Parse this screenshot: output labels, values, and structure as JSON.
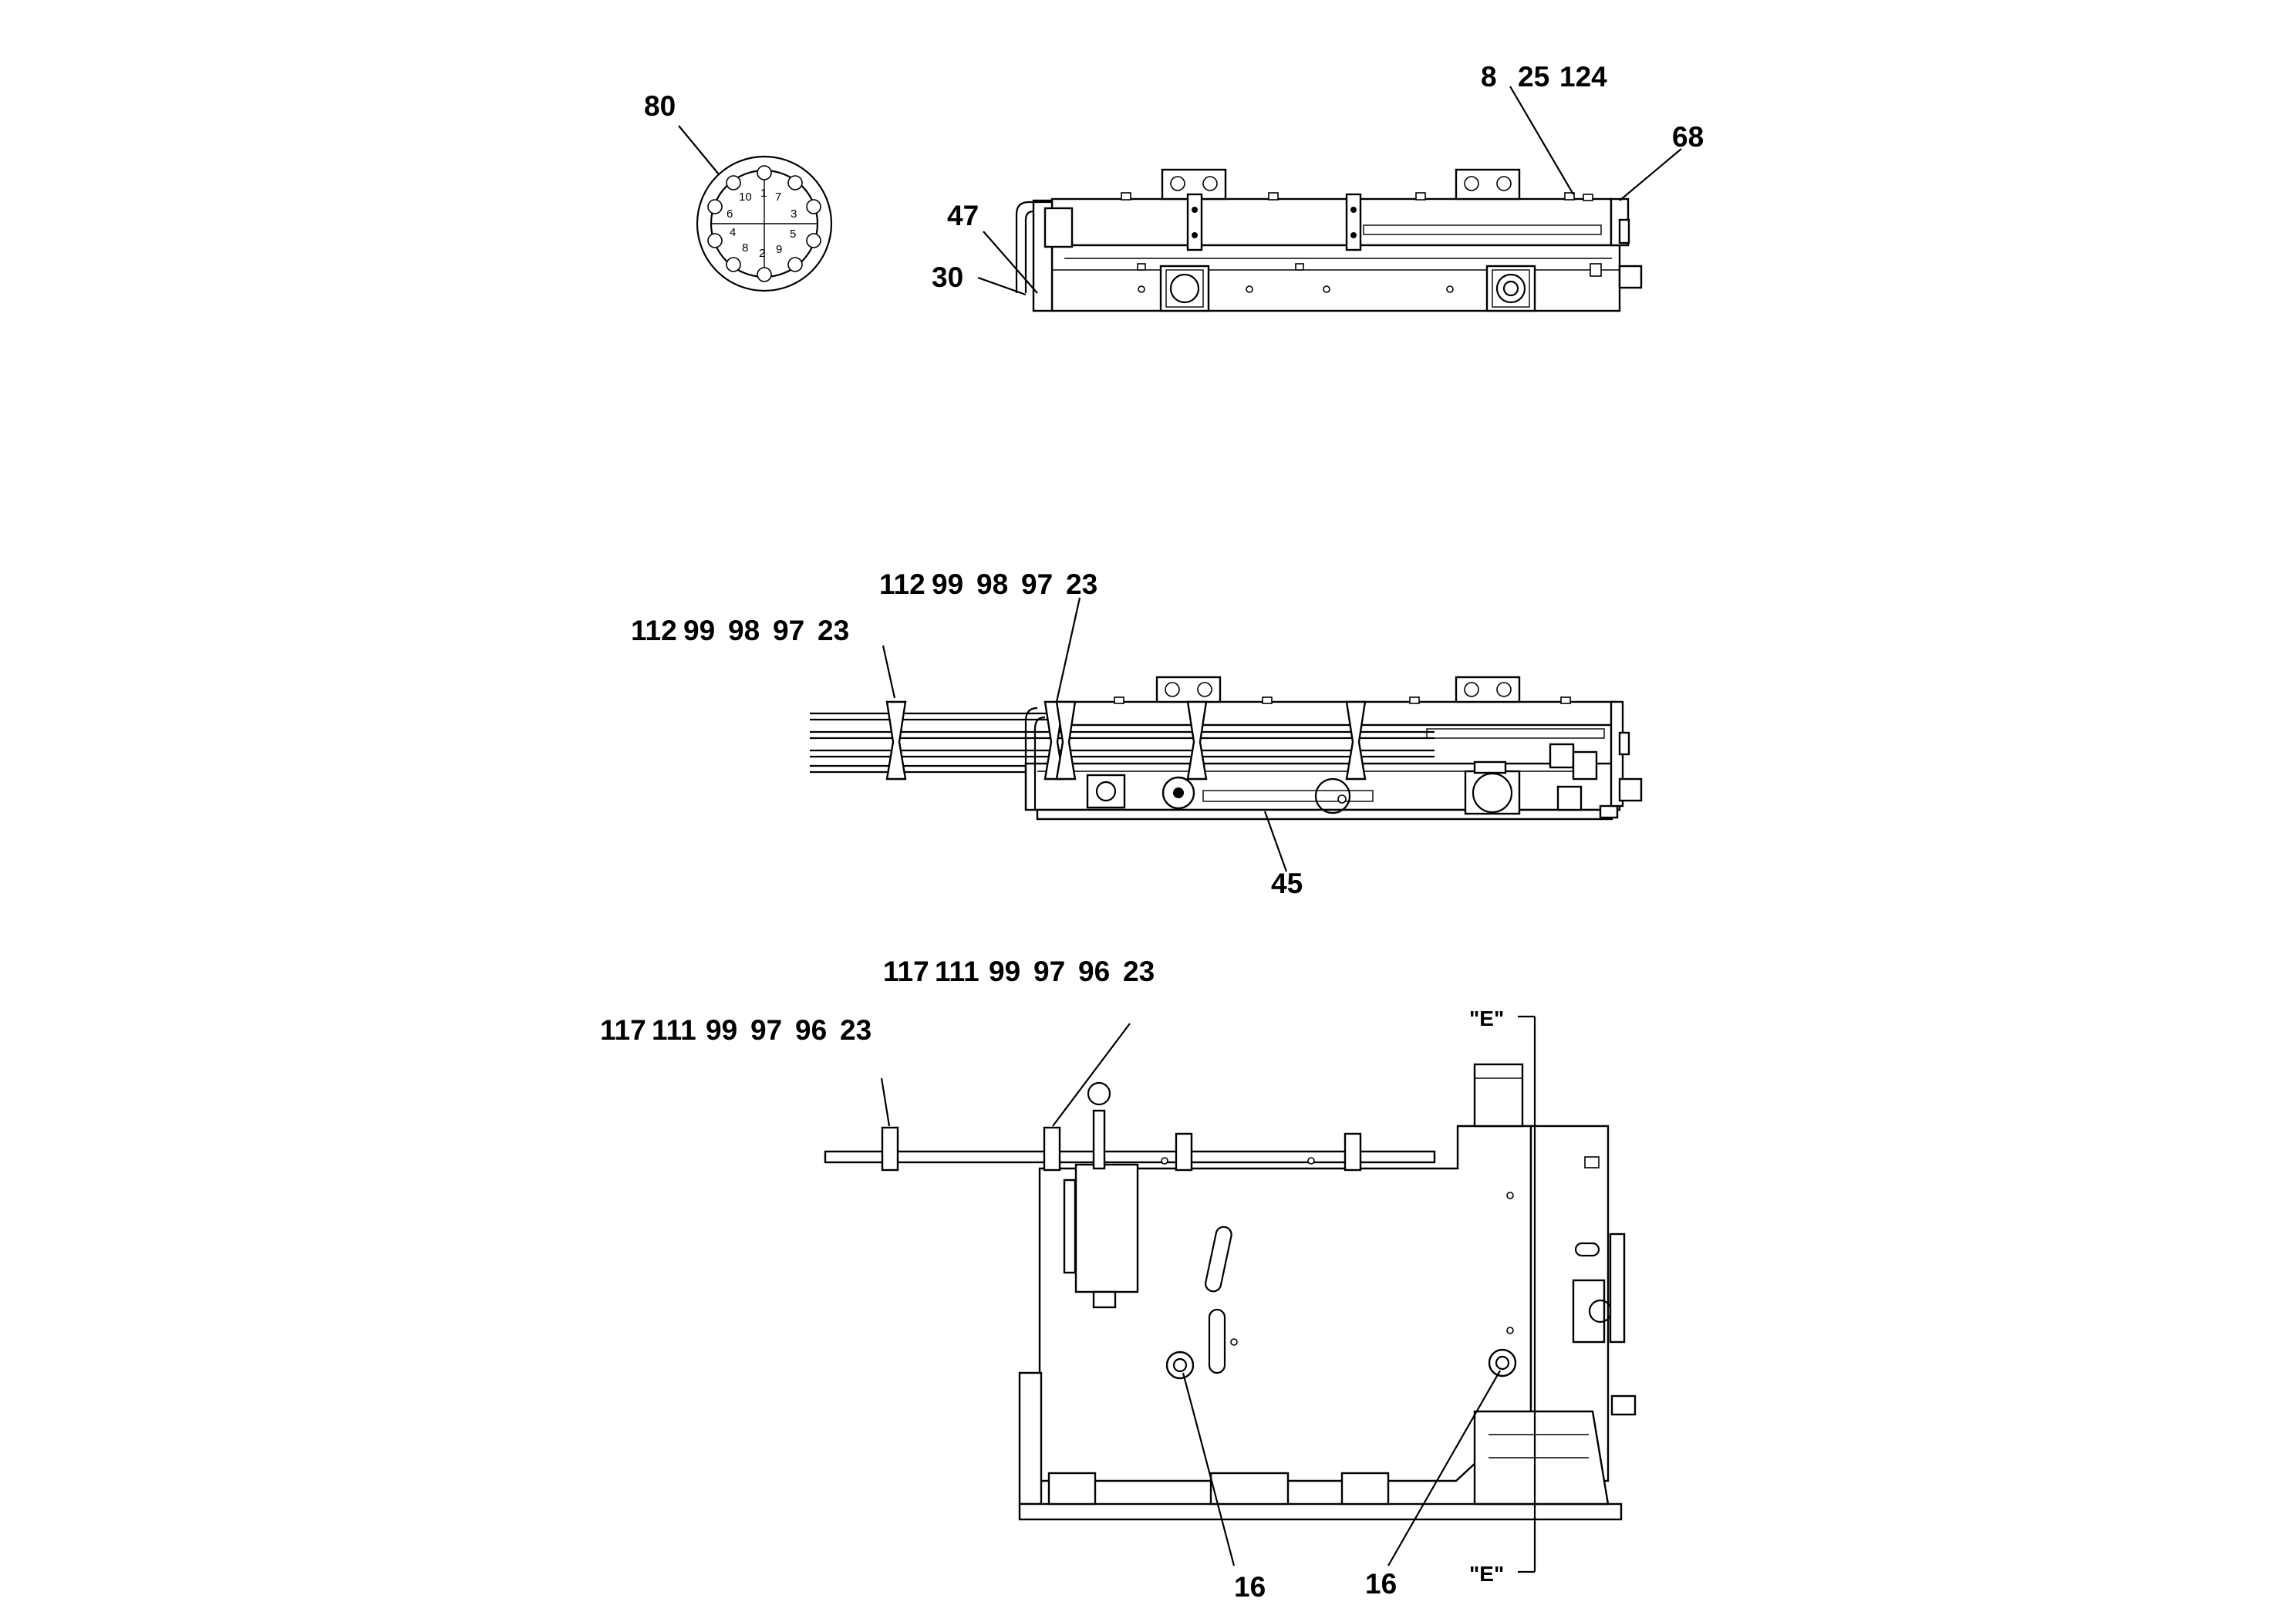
{
  "callouts": {
    "c80": "80",
    "c8": "8",
    "c25": "25",
    "c124": "124",
    "c68": "68",
    "c47": "47",
    "c30": "30",
    "c112_a": "112",
    "c99_a": "99",
    "c98_a": "98",
    "c97_a": "97",
    "c23_a": "23",
    "c112_b": "112",
    "c99_b": "99",
    "c98_b": "98",
    "c97_b": "97",
    "c23_b": "23",
    "c45": "45",
    "c117_a": "117",
    "c111_a": "111",
    "c99_c": "99",
    "c97_c": "97",
    "c96_a": "96",
    "c23_c": "23",
    "c117_b": "117",
    "c111_b": "111",
    "c99_d": "99",
    "c97_d": "97",
    "c96_b": "96",
    "c23_d": "23",
    "c16_a": "16",
    "c16_b": "16",
    "sectionE_top": "\"E\"",
    "sectionE_bottom": "\"E\""
  },
  "connector_pins": [
    "1",
    "2",
    "3",
    "4",
    "5",
    "6",
    "7",
    "8",
    "9",
    "10"
  ]
}
